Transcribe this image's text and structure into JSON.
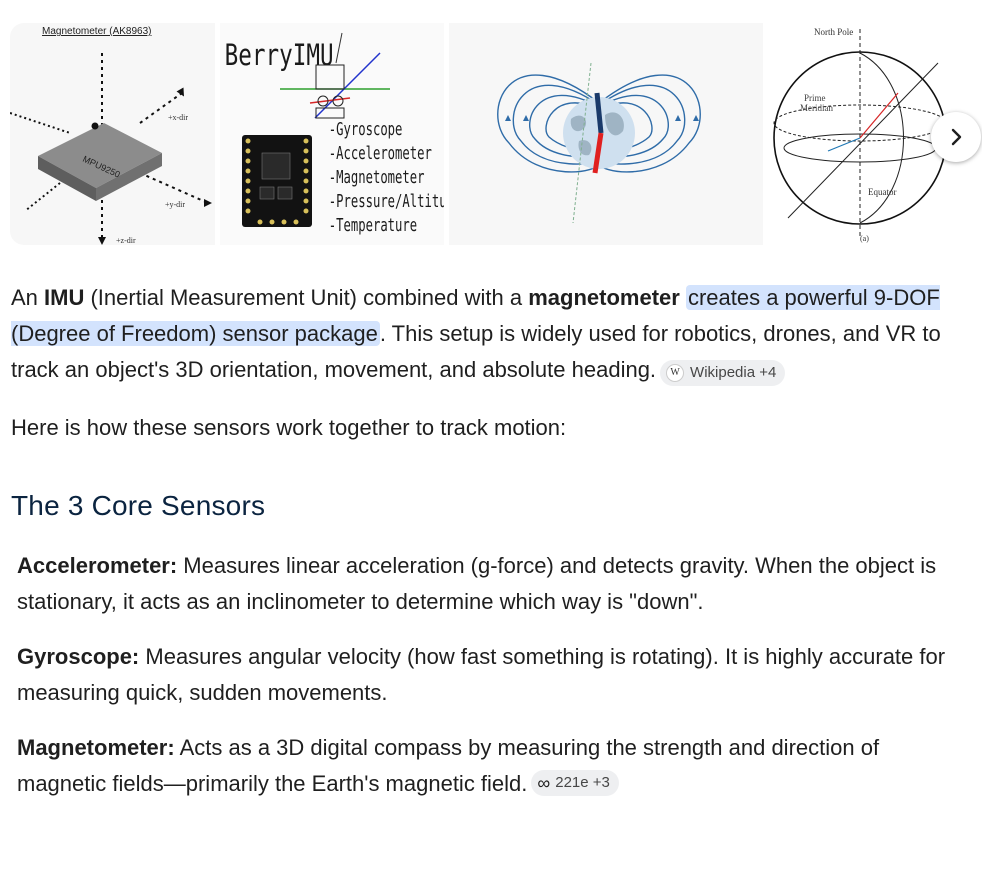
{
  "images": [
    {
      "caption": "Magnetometer (AK8963)",
      "chip_label": "MPU9250",
      "axis_x": "+x-dir",
      "axis_y": "+y-dir",
      "axis_z": "+z-dir"
    },
    {
      "title": "BerryIMU",
      "features": [
        "-Gyroscope",
        "-Accelerometer",
        "-Magnetometer",
        "-Pressure/Altitude",
        "-Temperature"
      ]
    },
    {
      "subject": "earth magnetic field lines"
    },
    {
      "north_pole": "North Pole",
      "prime_meridian": "Prime\nMeridian",
      "equator": "Equator",
      "panel_label": "(a)"
    }
  ],
  "next_button_icon": "chevron-right-icon",
  "answer": {
    "intro_1": "An ",
    "imu_bold": "IMU",
    "intro_2": " (Inertial Measurement Unit) combined with a ",
    "mag_bold": "magnetometer",
    "highlight": "creates a powerful 9-DOF (Degree of Freedom) sensor package",
    "intro_3": ". This setup is widely used for robotics, drones, and VR to track an object's 3D orientation, movement, and absolute heading.",
    "source_chip_1": {
      "icon": "wikipedia-icon",
      "logo": "W",
      "label": "Wikipedia +4"
    },
    "how_text": "Here is how these sensors work together to track motion:",
    "heading": "The 3 Core Sensors",
    "sensors": [
      {
        "name": "Accelerometer:",
        "desc": " Measures linear acceleration (g-force) and detects gravity. When the object is stationary, it acts as an inclinometer to determine which way is \"down\"."
      },
      {
        "name": "Gyroscope:",
        "desc": " Measures angular velocity (how fast something is rotating). It is highly accurate for measuring quick, sudden movements."
      },
      {
        "name": "Magnetometer:",
        "desc": " Acts as a 3D digital compass by measuring the strength and direction of magnetic fields—primarily the Earth's magnetic field."
      }
    ],
    "source_chip_2": {
      "icon": "infinity-icon",
      "label": "221e +3"
    }
  },
  "colors": {
    "highlight": "#d3e3fd",
    "heading": "#0b2440",
    "chip_bg": "#eeeff1",
    "field_lines": "#2f6ca8"
  }
}
